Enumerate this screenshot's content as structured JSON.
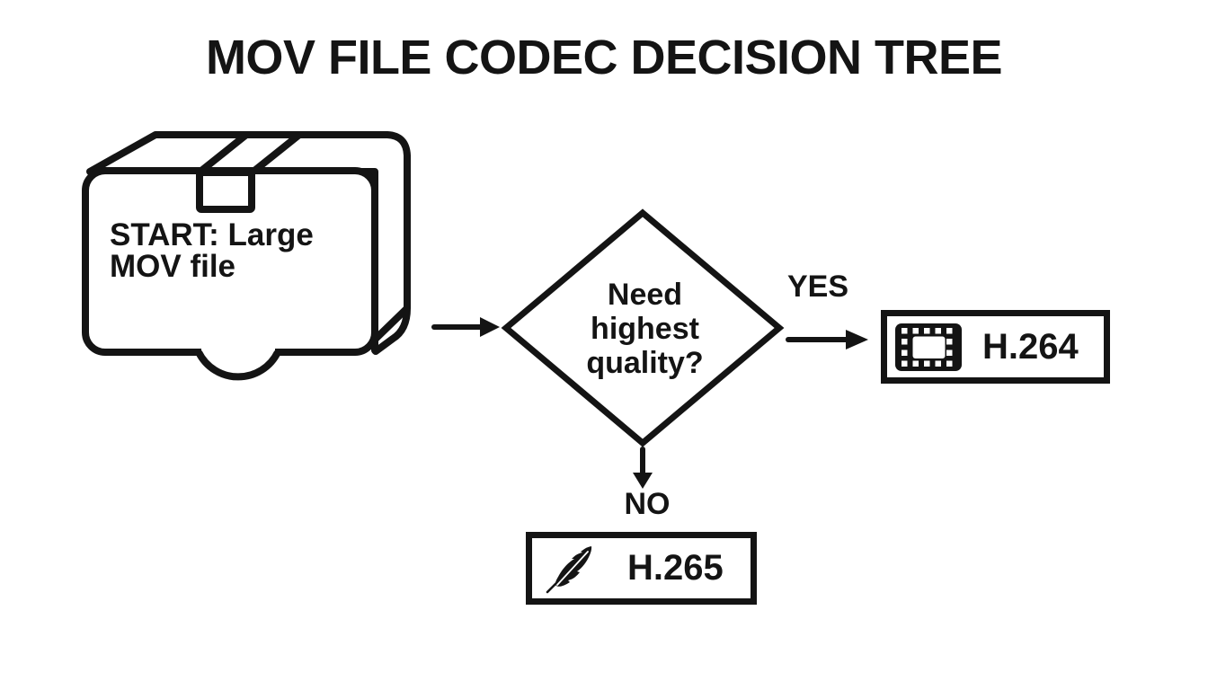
{
  "title": "MOV FILE CODEC DECISION TREE",
  "flowchart": {
    "start": {
      "label": "START: Large\nMOV file",
      "icon": "package-box-icon"
    },
    "decision": {
      "label": "Need\nhighest\nquality?"
    },
    "branch_yes": {
      "label": "YES",
      "result": "H.264",
      "icon": "film-frame-icon"
    },
    "branch_no": {
      "label": "NO",
      "result": "H.265",
      "icon": "feather-icon"
    }
  },
  "colors": {
    "ink": "#141414",
    "background": "#ffffff"
  }
}
